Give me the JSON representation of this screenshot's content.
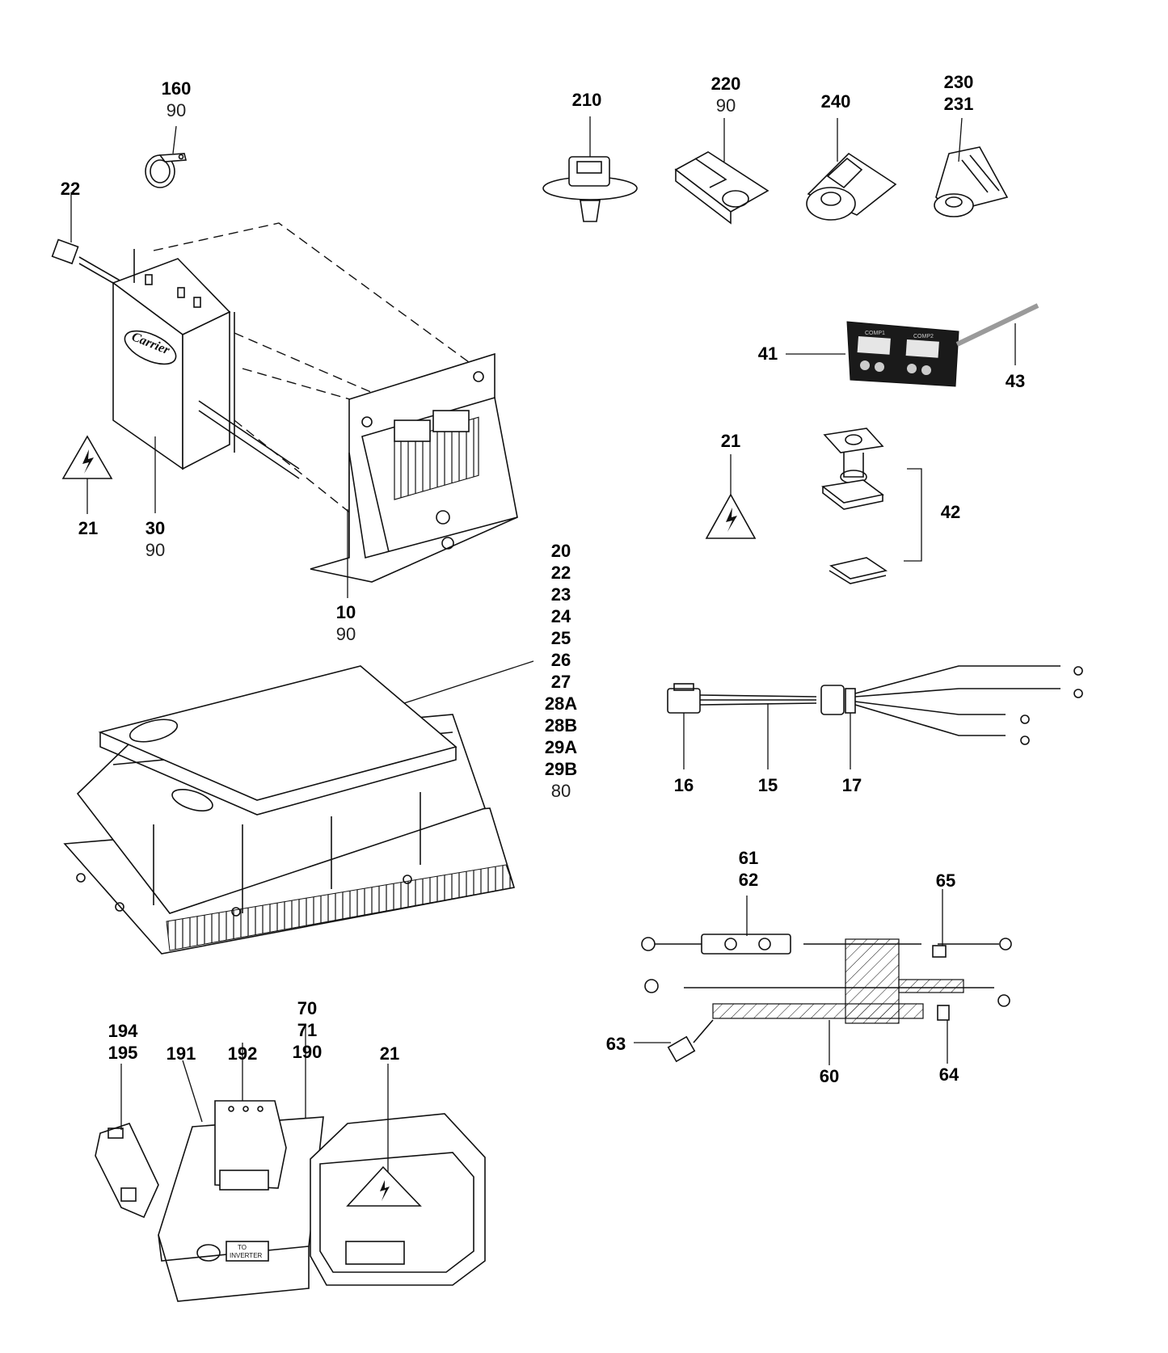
{
  "callouts": {
    "c160": {
      "bold": "160",
      "light": "90"
    },
    "c22a": {
      "bold": "22"
    },
    "c21a": {
      "bold": "21"
    },
    "c30": {
      "bold": "30",
      "light": "90"
    },
    "c10": {
      "bold": "10",
      "light": "90"
    },
    "c210": {
      "bold": "210"
    },
    "c220": {
      "bold": "220",
      "light": "90"
    },
    "c240": {
      "bold": "240"
    },
    "c230": {
      "lines": [
        "230",
        "231"
      ]
    },
    "c41": {
      "bold": "41"
    },
    "c43": {
      "bold": "43"
    },
    "c21b": {
      "bold": "21"
    },
    "c42": {
      "bold": "42"
    },
    "cstack": {
      "lines": [
        "20",
        "22",
        "23",
        "24",
        "25",
        "26",
        "27",
        "28A",
        "28B",
        "29A",
        "29B"
      ],
      "light": "80"
    },
    "c16": {
      "bold": "16"
    },
    "c15": {
      "bold": "15"
    },
    "c17": {
      "bold": "17"
    },
    "c61": {
      "lines": [
        "61",
        "62"
      ]
    },
    "c65": {
      "bold": "65"
    },
    "c63": {
      "bold": "63"
    },
    "c60": {
      "bold": "60"
    },
    "c64": {
      "bold": "64"
    },
    "c194": {
      "lines": [
        "194",
        "195"
      ]
    },
    "c191": {
      "bold": "191"
    },
    "c192": {
      "bold": "192"
    },
    "c70": {
      "lines": [
        "70",
        "71",
        "190"
      ]
    },
    "c21c": {
      "bold": "21"
    }
  },
  "brand": {
    "logo": "Carrier"
  },
  "display": {
    "comp1": "COMP1",
    "comp2": "COMP2"
  },
  "box_label": {
    "line1": "TO",
    "line2": "INVERTER"
  }
}
